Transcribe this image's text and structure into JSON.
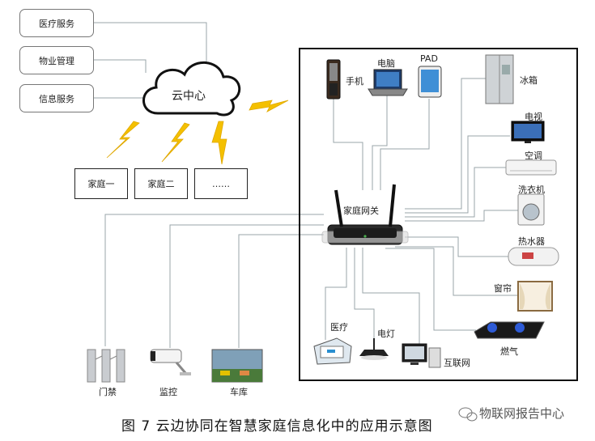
{
  "services": [
    "医疗服务",
    "物业管理",
    "信息服务"
  ],
  "cloud": "云中心",
  "families": [
    "家庭一",
    "家庭二",
    "……"
  ],
  "gateway": "家庭网关",
  "top_devices": [
    "手机",
    "电脑",
    "PAD"
  ],
  "right_devices": [
    "冰箱",
    "电视",
    "空调",
    "洗衣机",
    "热水器",
    "窗帘",
    "燃气"
  ],
  "bottom_devices": [
    "医疗",
    "电灯",
    "互联网"
  ],
  "outside_devices": [
    "门禁",
    "监控",
    "车库"
  ],
  "caption": "图 7  云边协同在智慧家庭信息化中的应用示意图",
  "watermark": "物联网报告中心",
  "colors": {
    "line": "#9aa4aa",
    "bolt": "#f4c000",
    "frame": "#111111"
  }
}
